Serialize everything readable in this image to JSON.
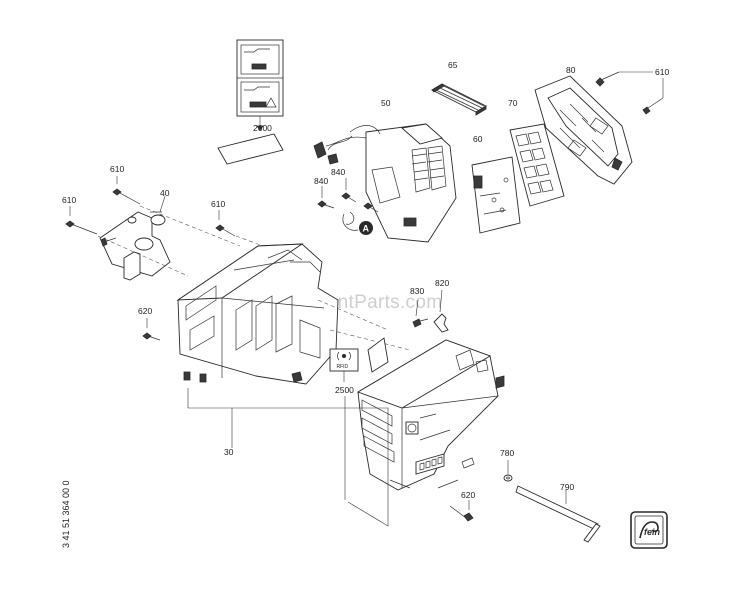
{
  "watermark": "eReplacementParts.com",
  "document_number": "3 41 51 364 00 0",
  "brand_logo": "fein",
  "rfid_label": "RFID",
  "callout_A": "A",
  "callouts": {
    "c2600": "2600",
    "c65": "65",
    "c80": "80",
    "c610_tr": "610",
    "c50": "50",
    "c70": "70",
    "c60": "60",
    "c840": "840",
    "c840b": "840",
    "c610_l": "610",
    "c40": "40",
    "c610_ll": "610",
    "c610_m": "610",
    "c830": "830",
    "c820": "820",
    "c620_l": "620",
    "c2500": "2500",
    "c30": "30",
    "c780": "780",
    "c790": "790",
    "c620_b": "620"
  }
}
